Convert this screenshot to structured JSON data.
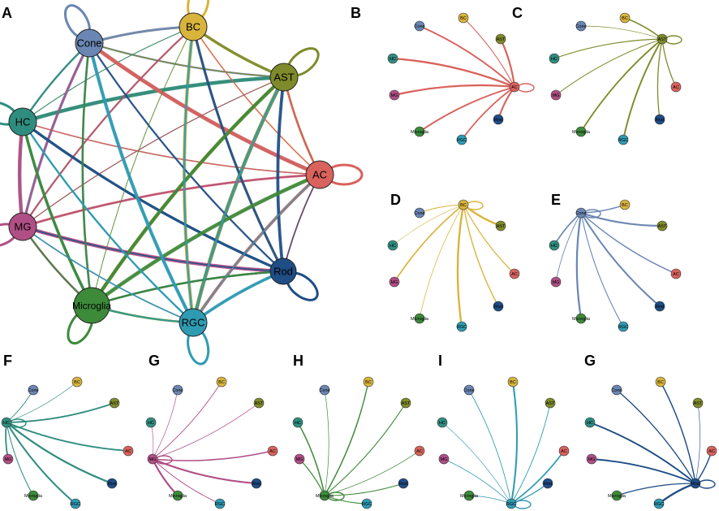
{
  "figure": {
    "node_colors": {
      "BC": "#d9b43c",
      "Cone": "#6a86b3",
      "AST": "#7f8b2a",
      "HC": "#2f8d7f",
      "AC": "#d9625c",
      "MG": "#b04f85",
      "Rod": "#1f4d86",
      "Microglia": "#3d8a3a",
      "RGC": "#2e9bb3"
    },
    "panels": [
      {
        "label": "A",
        "node_labels": [
          "BC",
          "Cone",
          "AST",
          "HC",
          "AC",
          "MG",
          "Rod",
          "Microglia",
          "RGC"
        ]
      },
      {
        "label": "B",
        "source": "AC",
        "node_labels": [
          "BC",
          "Cone",
          "AST",
          "HC",
          "AC",
          "MG",
          "Rod",
          "Microglia",
          "RGC"
        ]
      },
      {
        "label": "C",
        "source": "AST",
        "node_labels": [
          "BC",
          "Cone",
          "AST",
          "HC",
          "AC",
          "MG",
          "Rod",
          "Microglia",
          "RGC"
        ]
      },
      {
        "label": "D",
        "source": "BC",
        "node_labels": [
          "BC",
          "Cone",
          "AST",
          "HC",
          "AC",
          "MG",
          "Rod",
          "Microglia",
          "RGC"
        ]
      },
      {
        "label": "E",
        "source": "Cone",
        "node_labels": [
          "BC",
          "Cone",
          "AST",
          "HC",
          "AC",
          "MG",
          "Rod",
          "Microglia",
          "RGC"
        ]
      },
      {
        "label": "F",
        "source": "HC",
        "node_labels": [
          "BC",
          "Cone",
          "AST",
          "HC",
          "AC",
          "MG",
          "Rod",
          "Microglia",
          "RGC"
        ]
      },
      {
        "label": "G",
        "source": "MG",
        "node_labels": [
          "BC",
          "Cone",
          "AST",
          "HC",
          "AC",
          "MG",
          "Rod",
          "Microglia",
          "RGC"
        ]
      },
      {
        "label": "H",
        "source": "Microglia",
        "node_labels": [
          "BC",
          "Cone",
          "AST",
          "HC",
          "AC",
          "MG",
          "Rod",
          "Microglia",
          "RGC"
        ]
      },
      {
        "label": "I",
        "source": "RGC",
        "node_labels": [
          "BC",
          "Cone",
          "AST",
          "HC",
          "AC",
          "MG",
          "Rod",
          "Microglia",
          "RGC"
        ]
      },
      {
        "label": "G",
        "source": "Rod",
        "node_labels": [
          "BC",
          "Cone",
          "AST",
          "HC",
          "AC",
          "MG",
          "Rod",
          "Microglia",
          "RGC"
        ]
      }
    ]
  }
}
